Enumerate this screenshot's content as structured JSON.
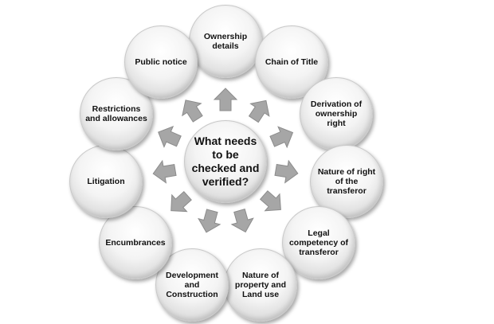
{
  "center": {
    "label": "What needs to be checked and verified?"
  },
  "items": [
    {
      "label": "Ownership details"
    },
    {
      "label": "Chain of Title"
    },
    {
      "label": "Derivation of ownership right"
    },
    {
      "label": "Nature of right of the transferor"
    },
    {
      "label": "Legal competency of transferor"
    },
    {
      "label": "Nature of property and Land use"
    },
    {
      "label": "Development and Construction"
    },
    {
      "label": "Encumbrances"
    },
    {
      "label": "Litigation"
    },
    {
      "label": "Restrictions and allowances"
    },
    {
      "label": "Public notice"
    }
  ],
  "colors": {
    "arrow": "#a6a6a6",
    "arrow_stroke": "#8c8c8c"
  }
}
